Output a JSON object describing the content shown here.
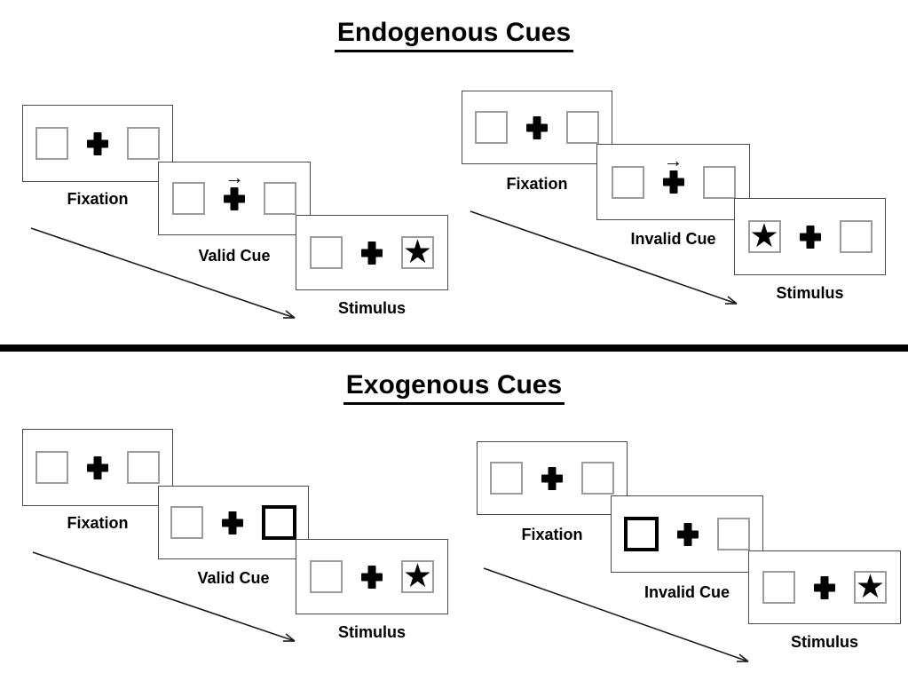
{
  "colors": {
    "background": "#ffffff",
    "ink": "#000000",
    "panel_border": "#4a4a4a",
    "square_border": "#9c9c9c",
    "divider": "#000000"
  },
  "icons": {
    "fixation_cross": "heavy-plus-cross",
    "cue_arrow": "right-arrow",
    "stimulus_star": "black-five-point-star",
    "sequence_arrow": "diagonal-down-right-arrow"
  },
  "symbols": {
    "star": "★",
    "cue_arrow": "→"
  },
  "sections": {
    "endogenous": {
      "title": "Endogenous Cues",
      "valid": {
        "fixation": "Fixation",
        "cue": "Valid Cue",
        "stimulus": "Stimulus"
      },
      "invalid": {
        "fixation": "Fixation",
        "cue": "Invalid Cue",
        "stimulus": "Stimulus"
      }
    },
    "exogenous": {
      "title": "Exogenous Cues",
      "valid": {
        "fixation": "Fixation",
        "cue": "Valid Cue",
        "stimulus": "Stimulus"
      },
      "invalid": {
        "fixation": "Fixation",
        "cue": "Invalid Cue",
        "stimulus": "Stimulus"
      }
    }
  }
}
